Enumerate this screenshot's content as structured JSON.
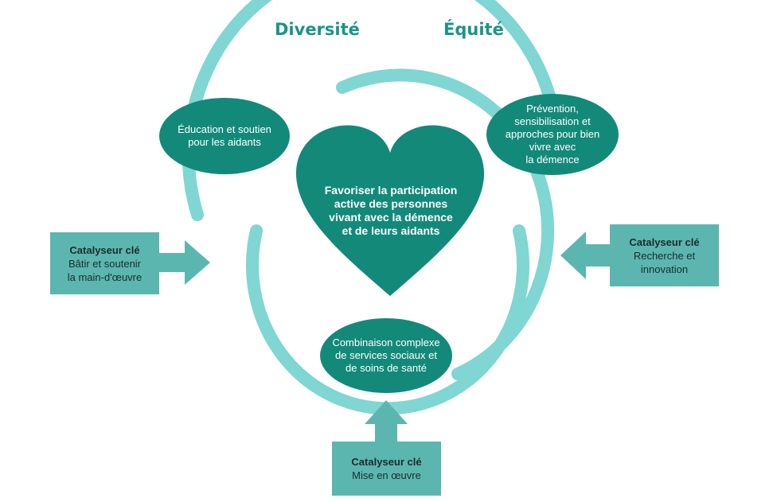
{
  "headings": {
    "diversity": "Diversité",
    "equity": "Équité"
  },
  "center": {
    "lines": [
      "Favoriser la participation",
      "active des personnes",
      "vivant avec la démence",
      "et de leurs aidants"
    ]
  },
  "ellipses": {
    "education": {
      "lines": [
        "Éducation et soutien",
        "pour les aidants"
      ]
    },
    "prevention": {
      "lines": [
        "Prévention,",
        "sensibilisation et",
        "approches pour bien",
        "vivre avec",
        "la démence"
      ]
    },
    "services": {
      "lines": [
        "Combinaison complexe",
        "de services sociaux et",
        "de soins de santé"
      ]
    }
  },
  "catalysts": {
    "workforce": {
      "title": "Catalyseur clé",
      "lines": [
        "Bâtir et soutenir",
        "la main-d'œuvre"
      ]
    },
    "research": {
      "title": "Catalyseur clé",
      "lines": [
        "Recherche et",
        "innovation"
      ]
    },
    "implementation": {
      "title": "Catalyseur clé",
      "lines": [
        "Mise en œuvre"
      ]
    }
  },
  "colors": {
    "ring": "#7fd6d2",
    "dark_teal": "#13897a",
    "box_teal": "#5bb6b0",
    "heading": "#1a9487"
  }
}
